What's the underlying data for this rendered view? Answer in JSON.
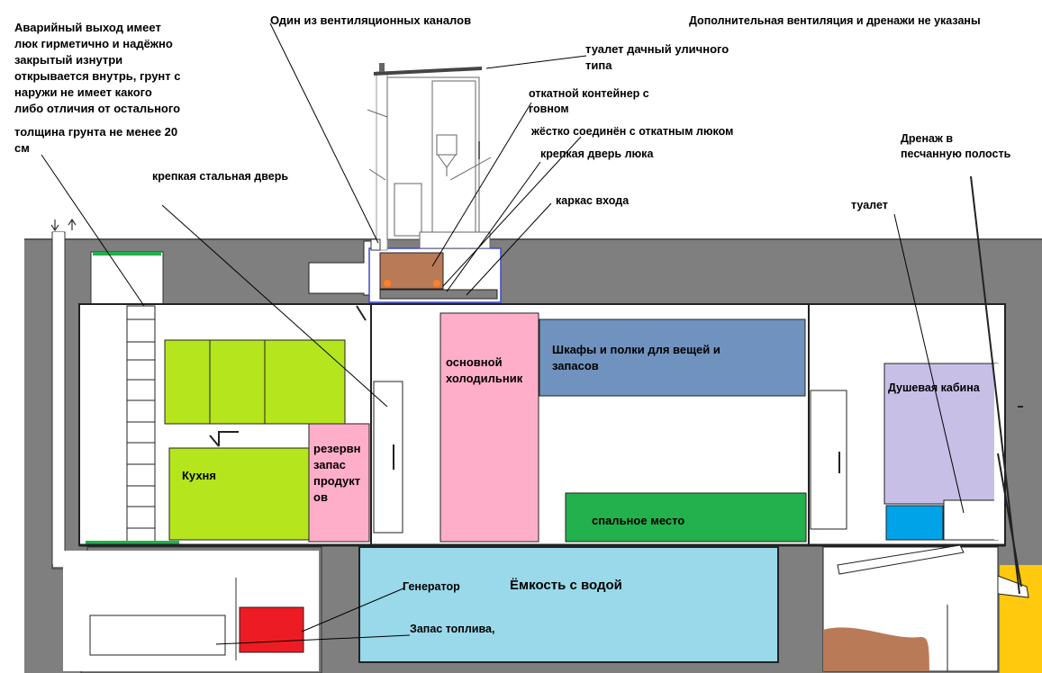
{
  "colors": {
    "ground": "#7f7f7f",
    "kitchen": "#b5e61d",
    "pink": "#ffaec9",
    "shelves": "#7092be",
    "bed": "#22b14c",
    "water": "#99d9ea",
    "generator": "#ed1c24",
    "shower": "#c8bfe7",
    "shower_tray": "#00a2e8",
    "sand": "#ffc90e",
    "container": "#b97a57",
    "frame_blue": "#3f48cc",
    "door_dot": "#ff7f27"
  },
  "labels": {
    "emergency_exit": "Аварийный выход имеет\nлюк гирметично и надёжно\nзакрытый изнутри\nоткрывается внутрь, грунт с\nнаружи не имеет какого\nлибо отличия от остального",
    "soil_thickness": "толщина грунта не менее 20\nсм",
    "vent_channel": "Один из вентиляционных каналов",
    "extra_vent": "Дополнительная вентиляция и дренажи не указаны",
    "outhouse": "туалет дачный уличного\nтипа",
    "container": "откатной контейнер с\nговном",
    "rigid_link": "жёстко соединён с откатным люком",
    "hatch_door": "крепкая дверь люка",
    "entrance_frame": "каркас входа",
    "steel_door": "крепкая стальная дверь",
    "drainage": "Дренаж в\nпесчанную полость",
    "toilet": "туалет",
    "main_fridge": "основной\nхолодильник",
    "shelves": "Шкафы и полки для вещей и\nзапасов",
    "shower": "Душевая кабина",
    "kitchen": "Кухня",
    "reserve_food": "резервн\nзапас\nпродукт\nов",
    "bed": "спальное место",
    "water_tank": "Ёмкость с водой",
    "generator": "Генератор",
    "fuel_reserve": "Запас топлива,"
  },
  "icons": {
    "vent_arrows": "up-down-arrows-icon",
    "sink": "faucet-icon",
    "urinal": "urinal-icon"
  }
}
